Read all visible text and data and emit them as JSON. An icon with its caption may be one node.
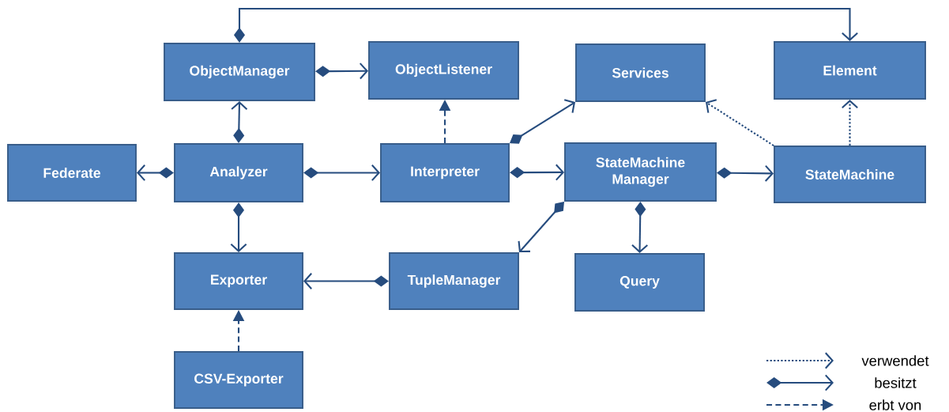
{
  "diagram": {
    "nodes": [
      {
        "text": [
          "ObjectManager"
        ]
      },
      {
        "text": [
          "ObjectListener"
        ]
      },
      {
        "text": [
          "Services"
        ]
      },
      {
        "text": [
          "Element"
        ]
      },
      {
        "text": [
          "Federate"
        ]
      },
      {
        "text": [
          "Analyzer"
        ]
      },
      {
        "text": [
          "Interpreter"
        ]
      },
      {
        "text": [
          "StateMachine Manager"
        ]
      },
      {
        "text": [
          "StateMachine"
        ]
      },
      {
        "text": [
          "Exporter"
        ]
      },
      {
        "text": [
          "TupleManager"
        ]
      },
      {
        "text": [
          "Query"
        ]
      },
      {
        "text": [
          "CSV-Exporter"
        ]
      }
    ],
    "edges": [
      {
        "from": 0,
        "to": 3,
        "arrow": "to"
      },
      {
        "from": 0,
        "to": 1,
        "arrow": "to"
      },
      {
        "from": 5,
        "to": 0,
        "arrow": "to"
      },
      {
        "from": 5,
        "to": 4,
        "arrow": "to"
      },
      {
        "from": 5,
        "to": 6,
        "arrow": "to"
      },
      {
        "from": 5,
        "to": 9,
        "arrow": "to"
      },
      {
        "from": 6,
        "to": 1,
        "arrow": "to",
        "style": "dashed"
      },
      {
        "from": 6,
        "to": 2,
        "arrow": "to"
      },
      {
        "from": 6,
        "to": 7,
        "arrow": "to"
      },
      {
        "from": 7,
        "to": 8,
        "arrow": "to"
      },
      {
        "from": 7,
        "to": 10,
        "arrow": "to"
      },
      {
        "from": 7,
        "to": 11,
        "arrow": "to"
      },
      {
        "from": 8,
        "to": 2,
        "arrow": "to",
        "style": "dashed"
      },
      {
        "from": 8,
        "to": 3,
        "arrow": "to",
        "style": "dashed"
      },
      {
        "from": 10,
        "to": 9,
        "arrow": "to"
      },
      {
        "from": 12,
        "to": 9,
        "arrow": "to",
        "style": "dashed"
      }
    ],
    "legend": [
      {
        "text": "verwendet"
      },
      {
        "text": "besitzt"
      },
      {
        "text": "erbt von"
      }
    ]
  }
}
